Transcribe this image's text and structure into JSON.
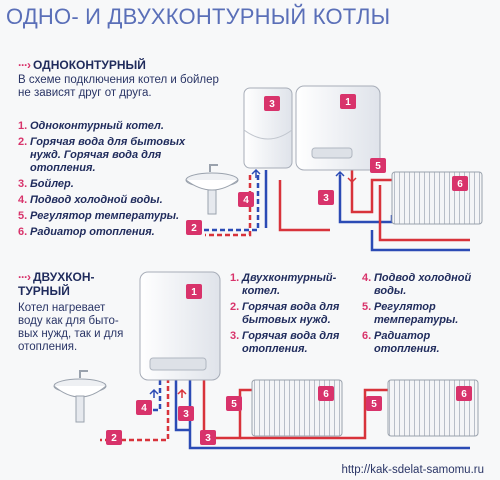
{
  "title": "ОДНО- И ДВУХКОНТУРНЫЙ КОТЛЫ",
  "single": {
    "arrow": "···›",
    "heading": "ОДНОКОНТУРНЫЙ",
    "desc_lines": [
      "В схеме подключения котел и бойлер",
      "не зависят друг от друга."
    ],
    "items": [
      {
        "num": "1.",
        "text": "Одноконтурный котел."
      },
      {
        "num": "2.",
        "text": "Горячая вода для бытовых нужд. Горячая вода для отопления."
      },
      {
        "num": "3.",
        "text": "Бойлер."
      },
      {
        "num": "4.",
        "text": "Подвод холодной воды."
      },
      {
        "num": "5.",
        "text": "Регулятор температуры."
      },
      {
        "num": "6.",
        "text": "Радиатор отопления."
      }
    ]
  },
  "double": {
    "arrow": "···›",
    "heading_lines": [
      "ДВУХКОН-",
      "ТУРНЫЙ"
    ],
    "desc_lines": [
      "Котел нагревает",
      "воду как для быто-",
      "вых нужд, так и для",
      "отопления."
    ],
    "items_left": [
      {
        "num": "1.",
        "text": "Двухконтурный-котел."
      },
      {
        "num": "2.",
        "text": "Горячая вода для бытовых нужд."
      },
      {
        "num": "3.",
        "text": "Горячая вода для отопления."
      }
    ],
    "items_right": [
      {
        "num": "4.",
        "text": "Подвод холодной воды."
      },
      {
        "num": "5.",
        "text": "Регулятор температуры."
      },
      {
        "num": "6.",
        "text": "Радиатор отопления."
      }
    ]
  },
  "badges": [
    "1",
    "2",
    "3",
    "4",
    "5",
    "6"
  ],
  "footer_url": "http://kak-sdelat-samomu.ru",
  "colors": {
    "accent": "#d8336b",
    "cold_pipe": "#2b4bb5",
    "hot_pipe": "#d8333b",
    "title": "#5a6fb8"
  }
}
